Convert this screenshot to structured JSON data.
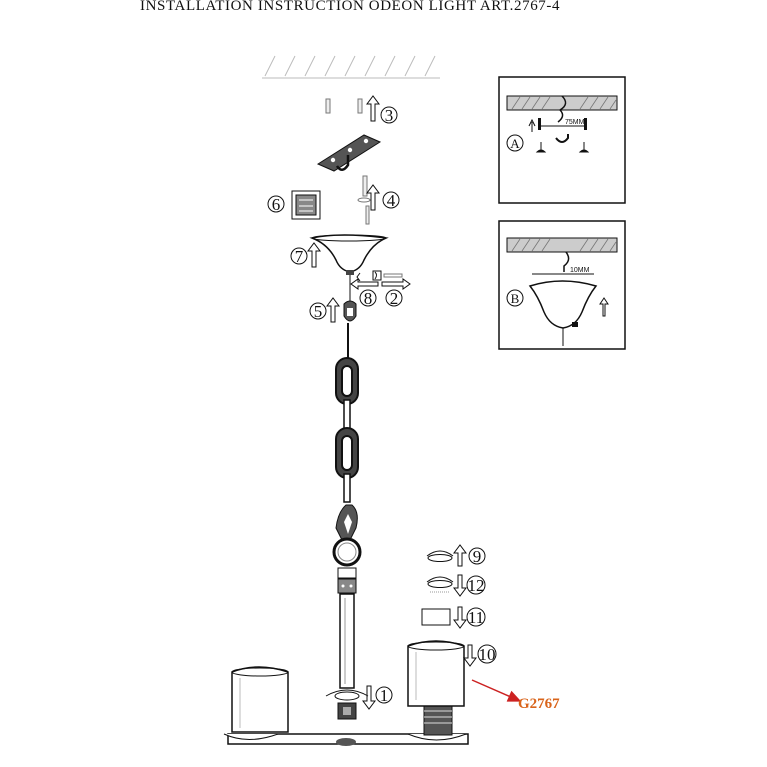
{
  "title": "INSTALLATION INSTRUCTION ODEON LIGHT ART.2767-4",
  "steps": {
    "s1": "1",
    "s2": "2",
    "s3": "3",
    "s4": "4",
    "s5": "5",
    "s6": "6",
    "s7": "7",
    "s8": "8",
    "s9": "9",
    "s10": "10",
    "s11": "11",
    "s12": "12"
  },
  "insets": {
    "a_label": "A",
    "a_dim": "75MM",
    "b_label": "B",
    "b_dim": "10MM"
  },
  "model_label": "G2767",
  "colors": {
    "line": "#111111",
    "accent": "#d9641b",
    "arrow": "#cc2222"
  }
}
